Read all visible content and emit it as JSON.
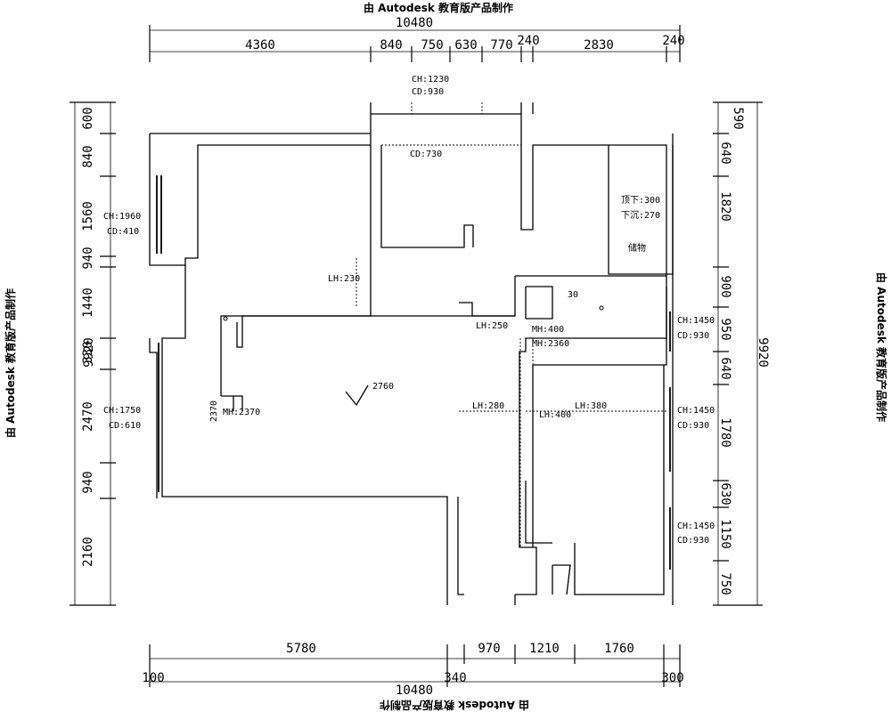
{
  "watermark": "由 Autodesk 教育版产品制作",
  "top": {
    "total": "10480",
    "segments": [
      "4360",
      "840",
      "750",
      "630",
      "770",
      "240",
      "2830",
      "240"
    ]
  },
  "bottom": {
    "total": "10480",
    "segments": [
      "5780",
      "970",
      "1210",
      "1760"
    ],
    "extras": [
      "100",
      "340",
      "300"
    ]
  },
  "left": {
    "total": "9920",
    "segments": [
      "600",
      "840",
      "1560",
      "940",
      "1440",
      "330",
      "2470",
      "940",
      "2160"
    ]
  },
  "right": {
    "total": "9920",
    "segments": [
      "590",
      "640",
      "1820",
      "900",
      "950",
      "640",
      "1780",
      "630",
      "1150",
      "750"
    ]
  },
  "annotations": {
    "ch1230": "CH:1230",
    "cd930_top": "CD:930",
    "cd730": "CD:730",
    "ch1960": "CH:1960",
    "cd410": "CD:410",
    "lh230": "LH:230",
    "lh250": "LH:250",
    "beam_top": "顶下:300",
    "beam_bot": "下沉:270",
    "label_chu": "储物",
    "mh400": "MH:400",
    "mh2360": "MH:2360",
    "ch1450_a": "CH:1450",
    "cd930_a": "CD:930",
    "ceiling": "2760",
    "mh2370": "MH:2370",
    "dim2370": "2370",
    "ch1750": "CH:1750",
    "cd610": "CD:610",
    "lh400": "LH:400",
    "ch1450_b": "CH:1450",
    "cd930_b": "CD:930",
    "lh280": "LH:280",
    "lh380": "LH:380",
    "ch1450_c": "CH:1450",
    "cd930_c": "CD:930",
    "dim30": "30"
  }
}
